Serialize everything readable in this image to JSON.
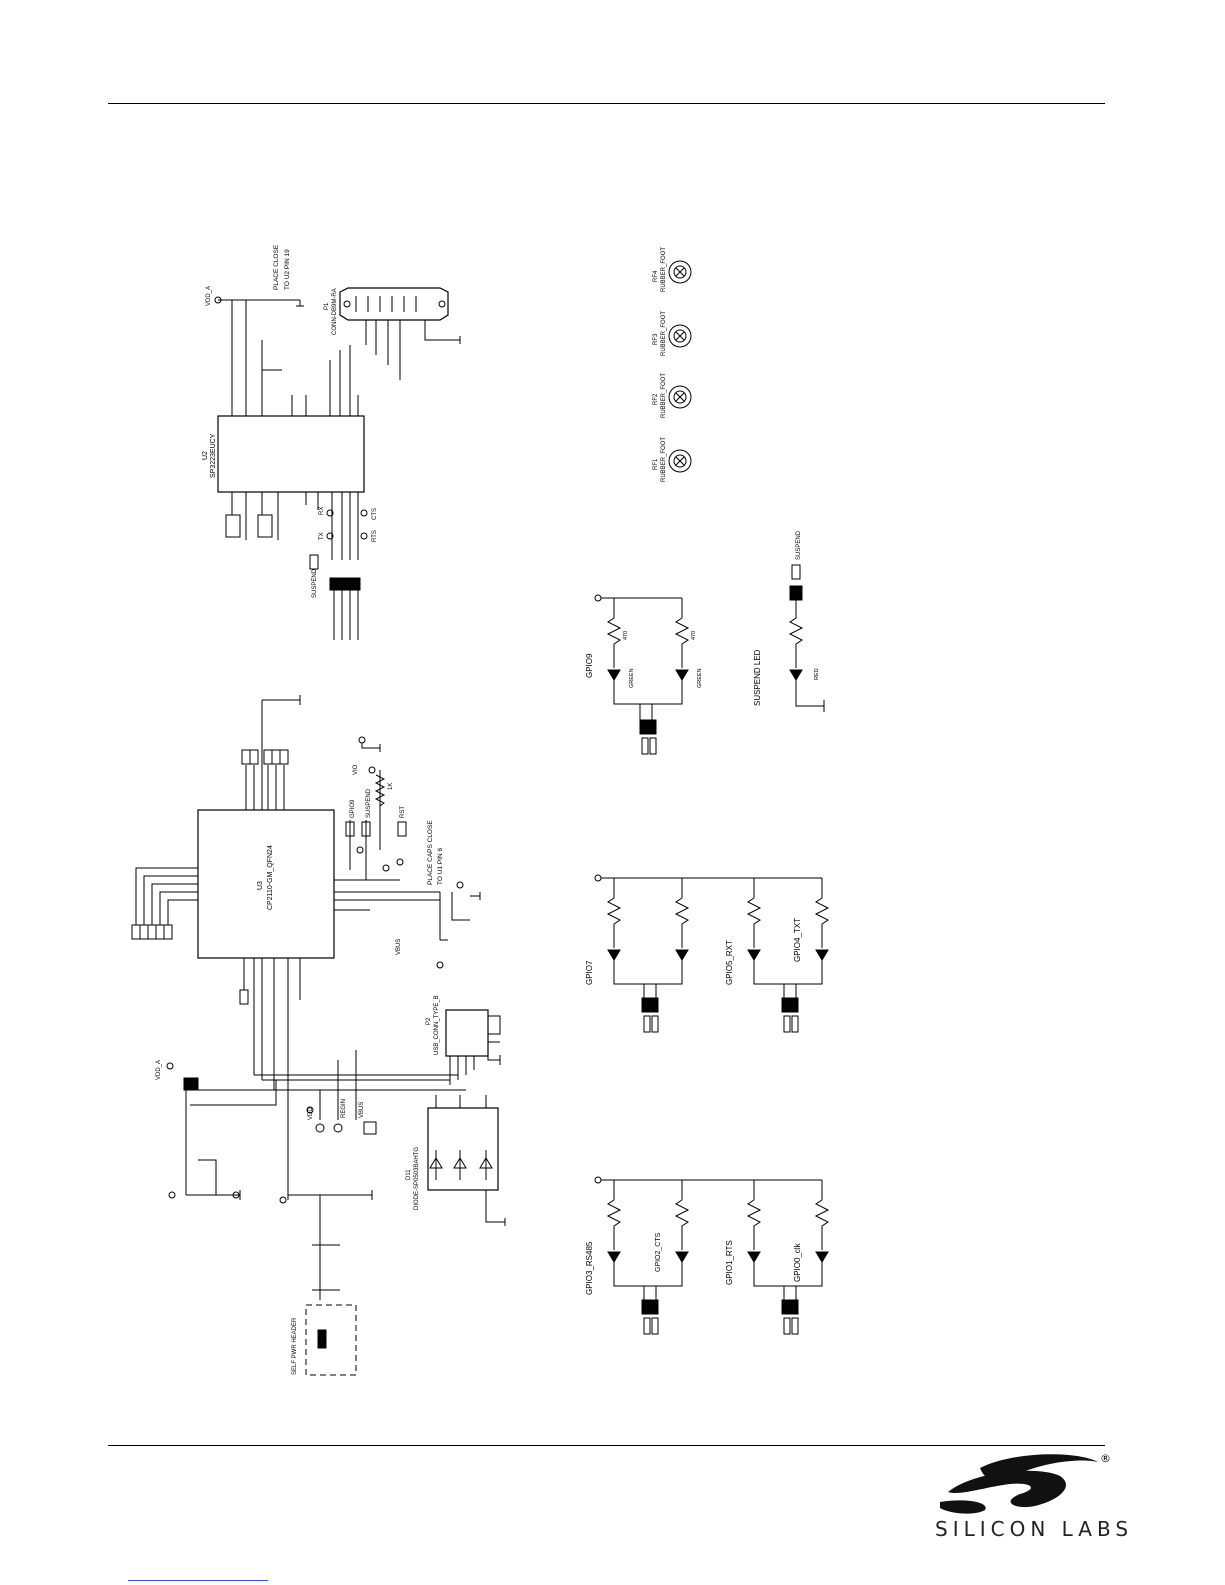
{
  "labels": {
    "u2_part": "SP3223EUCY",
    "u2_ref": "U2",
    "u3_part": "CP2110-GM_QFN24",
    "u3_ref": "U3",
    "p1_ref": "P1",
    "p1_part": "CONN-DB9M-RA",
    "p2_ref": "P2",
    "p2_part": "USB_CONN_TYPE_B",
    "d11_ref": "D11",
    "d11_part": "DIODE-SP0503BAHTG",
    "place_close_1": "PLACE CLOSE",
    "place_close_2": "TO U2 PIN 19",
    "place_caps_1": "PLACE CAPS CLOSE",
    "place_caps_2": "TO U1 PIN 6",
    "self_pwr": "SELF PWR HEADER",
    "suspend_led": "SUSPEND LED",
    "rf1": "RF1",
    "rf2": "RF2",
    "rf3": "RF3",
    "rf4": "RF4",
    "rubber_foot": "RUBBER_FOOT",
    "vdd_a": "VDD_A",
    "vdd": "VDD",
    "vio": "VIO",
    "vbus": "VBUS",
    "regin": "REGIN",
    "gpio9": "GPIO9",
    "gpio7": "GPIO7",
    "gpio5_rxt": "GPIO5_RXT",
    "gpio4_txt": "GPIO4_TXT",
    "gpio3_rs485": "GPIO3_RS485",
    "gpio2_cts": "GPIO2_CTS",
    "gpio1_rts": "GPIO1_RTS",
    "gpio0_clk": "GPIO0_clk",
    "green": "GREEN",
    "red": "RED",
    "r470": "470",
    "r1k": "1K",
    "rx": "RX",
    "tx": "TX",
    "rts": "RTS",
    "cts": "CTS",
    "suspend": "SUSPEND",
    "rst": "RST"
  },
  "footer": {
    "logo_text": "SILICON LABS",
    "registered": "®"
  }
}
